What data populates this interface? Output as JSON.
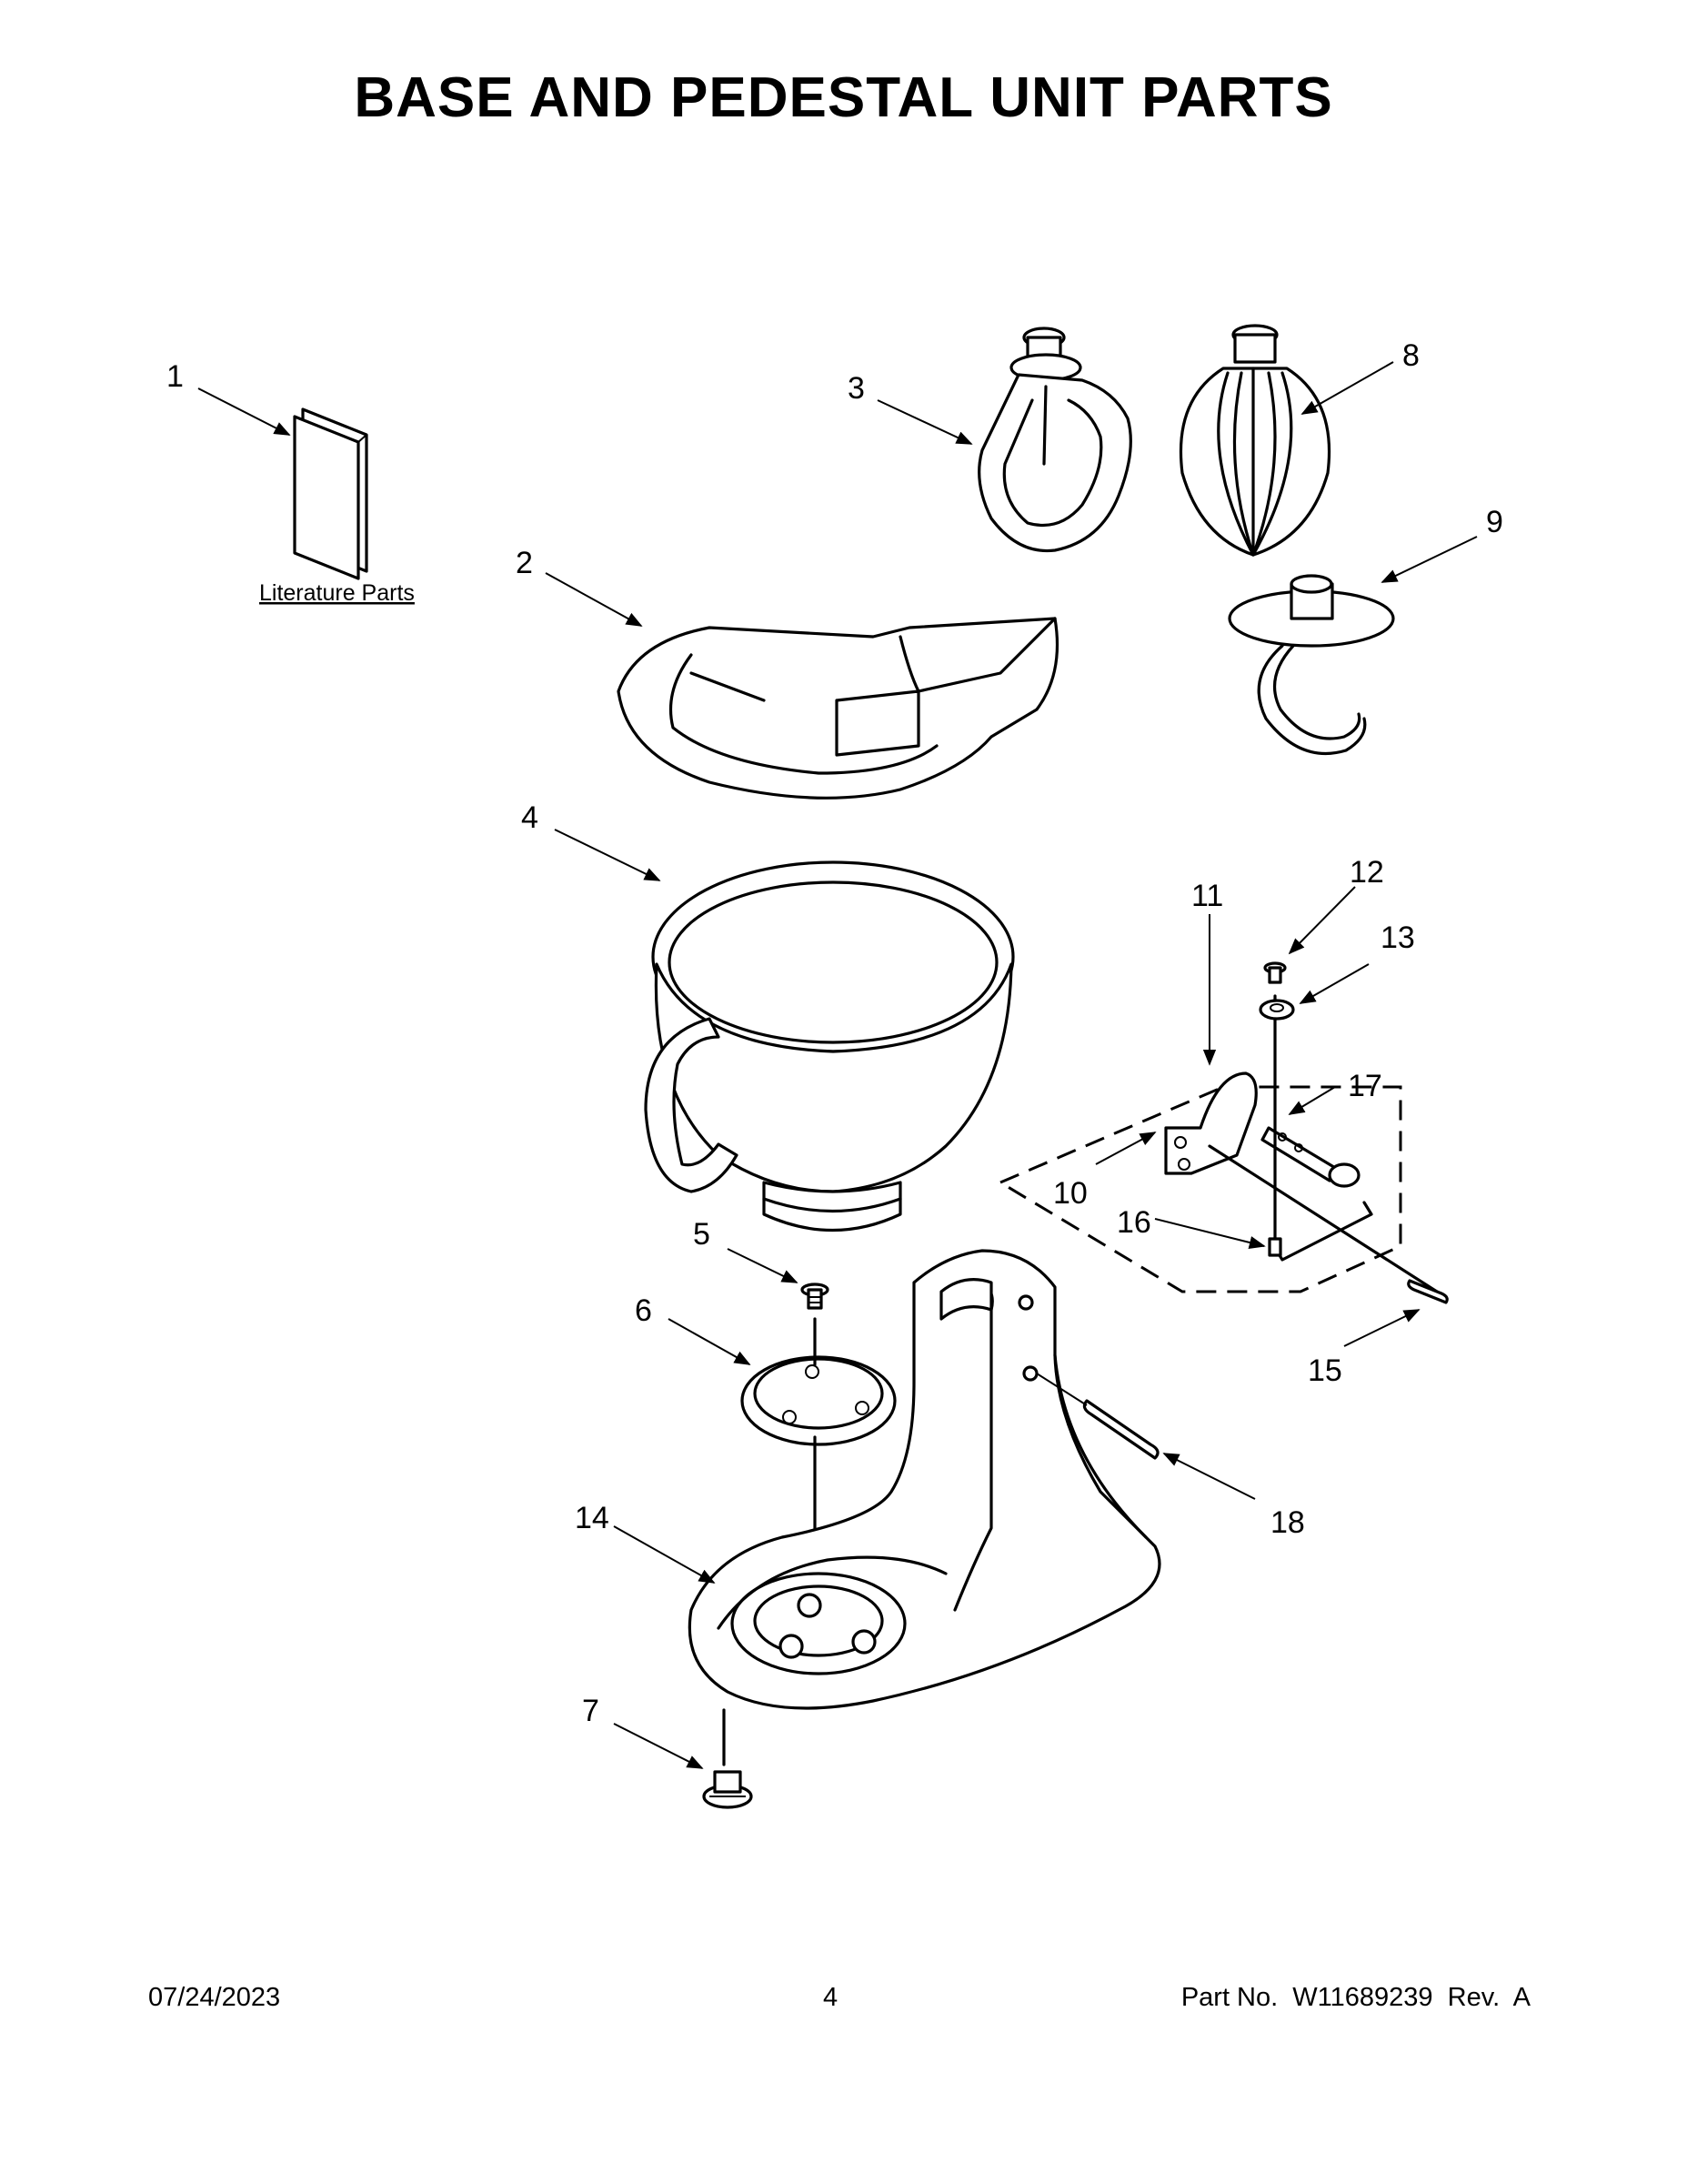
{
  "title": "BASE AND PEDESTAL UNIT PARTS",
  "literature_label": "Literature Parts",
  "callouts": [
    "1",
    "2",
    "3",
    "4",
    "5",
    "6",
    "7",
    "8",
    "9",
    "10",
    "11",
    "12",
    "13",
    "14",
    "15",
    "16",
    "17",
    "18"
  ],
  "footer": {
    "date": "07/24/2023",
    "page": "4",
    "part_no": "Part No.  W11689239  Rev.  A"
  },
  "parts": [
    {
      "callout": "1",
      "icon": "literature-booklet-icon"
    },
    {
      "callout": "2",
      "icon": "pouring-shield-icon"
    },
    {
      "callout": "3",
      "icon": "flat-beater-icon"
    },
    {
      "callout": "4",
      "icon": "mixing-bowl-icon"
    },
    {
      "callout": "5",
      "icon": "screw-icon"
    },
    {
      "callout": "6",
      "icon": "clamping-plate-icon"
    },
    {
      "callout": "7",
      "icon": "foot-icon"
    },
    {
      "callout": "8",
      "icon": "wire-whip-icon"
    },
    {
      "callout": "9",
      "icon": "dough-hook-icon"
    },
    {
      "callout": "10",
      "icon": "bracket-icon"
    },
    {
      "callout": "11",
      "icon": "lock-assembly-icon"
    },
    {
      "callout": "12",
      "icon": "screw-icon"
    },
    {
      "callout": "13",
      "icon": "washer-icon"
    },
    {
      "callout": "14",
      "icon": "pedestal-base-icon"
    },
    {
      "callout": "15",
      "icon": "pin-icon"
    },
    {
      "callout": "16",
      "icon": "lever-rod-icon"
    },
    {
      "callout": "17",
      "icon": "lock-lever-icon"
    },
    {
      "callout": "18",
      "icon": "hinge-pin-icon"
    }
  ]
}
